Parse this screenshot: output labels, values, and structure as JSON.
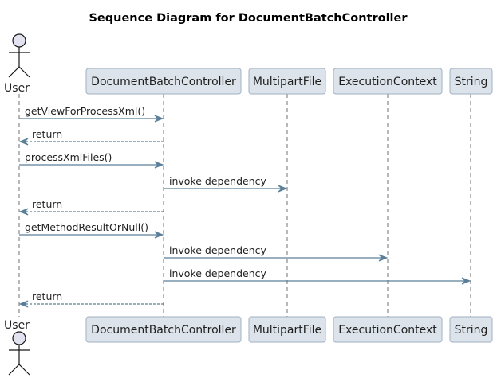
{
  "title": "Sequence Diagram for DocumentBatchController",
  "colors": {
    "arrow": "#5b7f9a",
    "box_fill": "#dde3ea",
    "box_stroke": "#9fb1c2",
    "lifeline": "#707070",
    "actor_fill": "#e2e2f0"
  },
  "participants": [
    {
      "id": "user",
      "label": "User",
      "kind": "actor"
    },
    {
      "id": "dbc",
      "label": "DocumentBatchController",
      "kind": "participant"
    },
    {
      "id": "mf",
      "label": "MultipartFile",
      "kind": "participant"
    },
    {
      "id": "ec",
      "label": "ExecutionContext",
      "kind": "participant"
    },
    {
      "id": "str",
      "label": "String",
      "kind": "participant"
    }
  ],
  "messages": [
    {
      "from": "user",
      "to": "dbc",
      "label": "getViewForProcessXml()",
      "style": "solid"
    },
    {
      "from": "dbc",
      "to": "user",
      "label": "return",
      "style": "dashed"
    },
    {
      "from": "user",
      "to": "dbc",
      "label": "processXmlFiles()",
      "style": "solid"
    },
    {
      "from": "dbc",
      "to": "mf",
      "label": "invoke dependency",
      "style": "solid"
    },
    {
      "from": "dbc",
      "to": "user",
      "label": "return",
      "style": "dashed"
    },
    {
      "from": "user",
      "to": "dbc",
      "label": "getMethodResultOrNull()",
      "style": "solid"
    },
    {
      "from": "dbc",
      "to": "ec",
      "label": "invoke dependency",
      "style": "solid"
    },
    {
      "from": "dbc",
      "to": "str",
      "label": "invoke dependency",
      "style": "solid"
    },
    {
      "from": "dbc",
      "to": "user",
      "label": "return",
      "style": "dashed"
    }
  ]
}
